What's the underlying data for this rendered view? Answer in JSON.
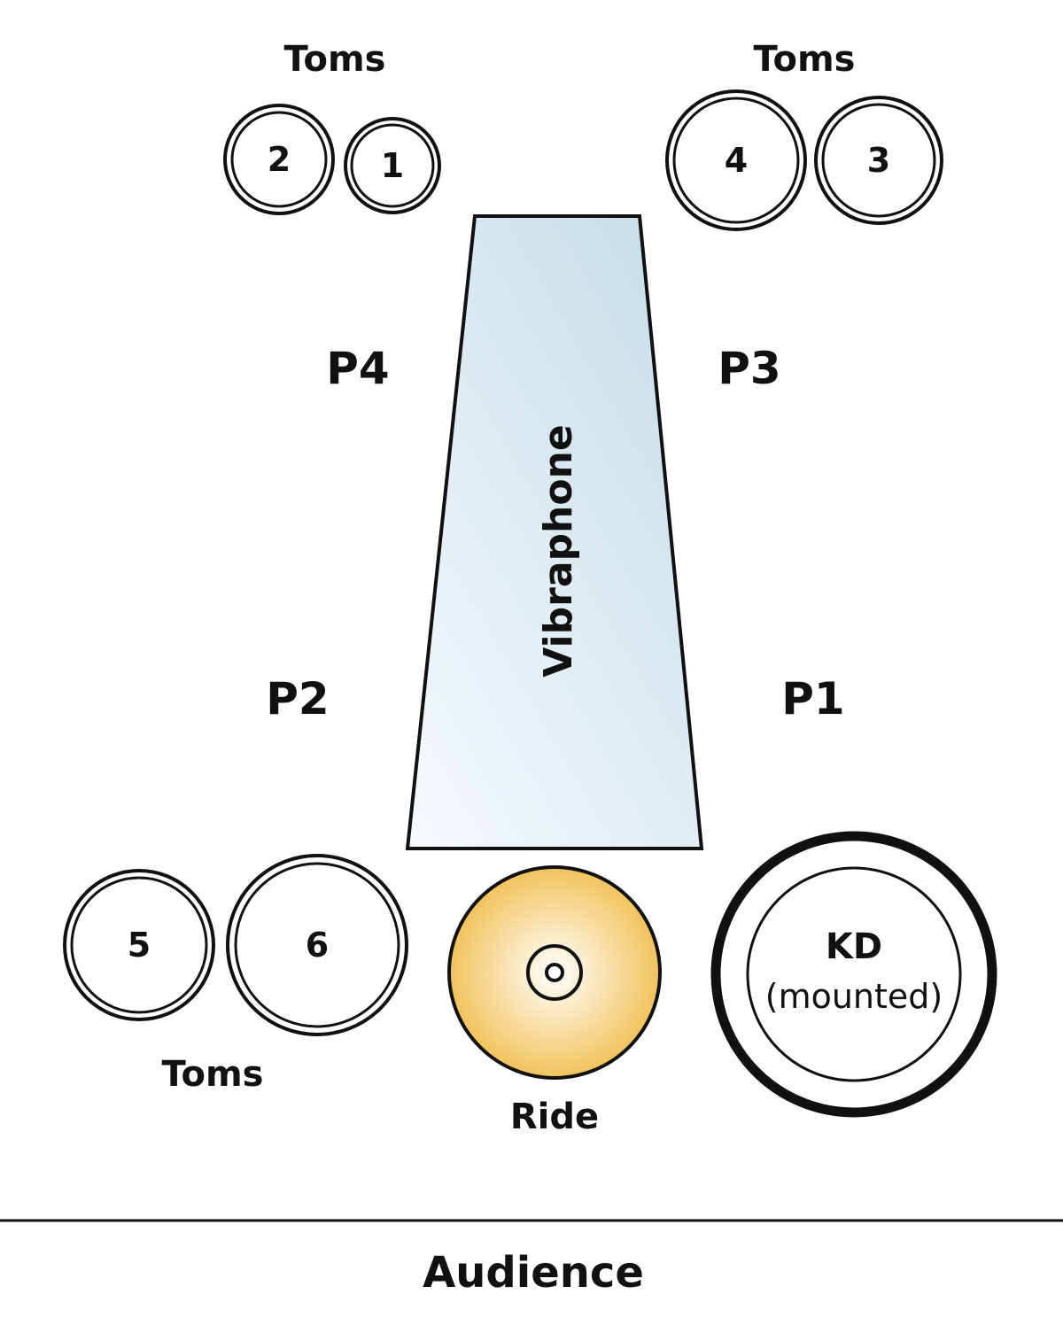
{
  "colors": {
    "ink": "#111111",
    "vibraphone_fill_top": "#c4dde9",
    "vibraphone_fill_bottom": "#f5f9fc",
    "ride_fill_edge": "#f2c35b",
    "ride_fill_center": "#ffffff"
  },
  "labels": {
    "toms_top_left": "Toms",
    "toms_top_right": "Toms",
    "toms_bottom_left": "Toms",
    "tom_1": "1",
    "tom_2": "2",
    "tom_3": "3",
    "tom_4": "4",
    "tom_5": "5",
    "tom_6": "6",
    "p1": "P1",
    "p2": "P2",
    "p3": "P3",
    "p4": "P4",
    "vibraphone": "Vibraphone",
    "ride": "Ride",
    "kd": "KD",
    "kd_note": "(mounted)",
    "audience": "Audience"
  }
}
